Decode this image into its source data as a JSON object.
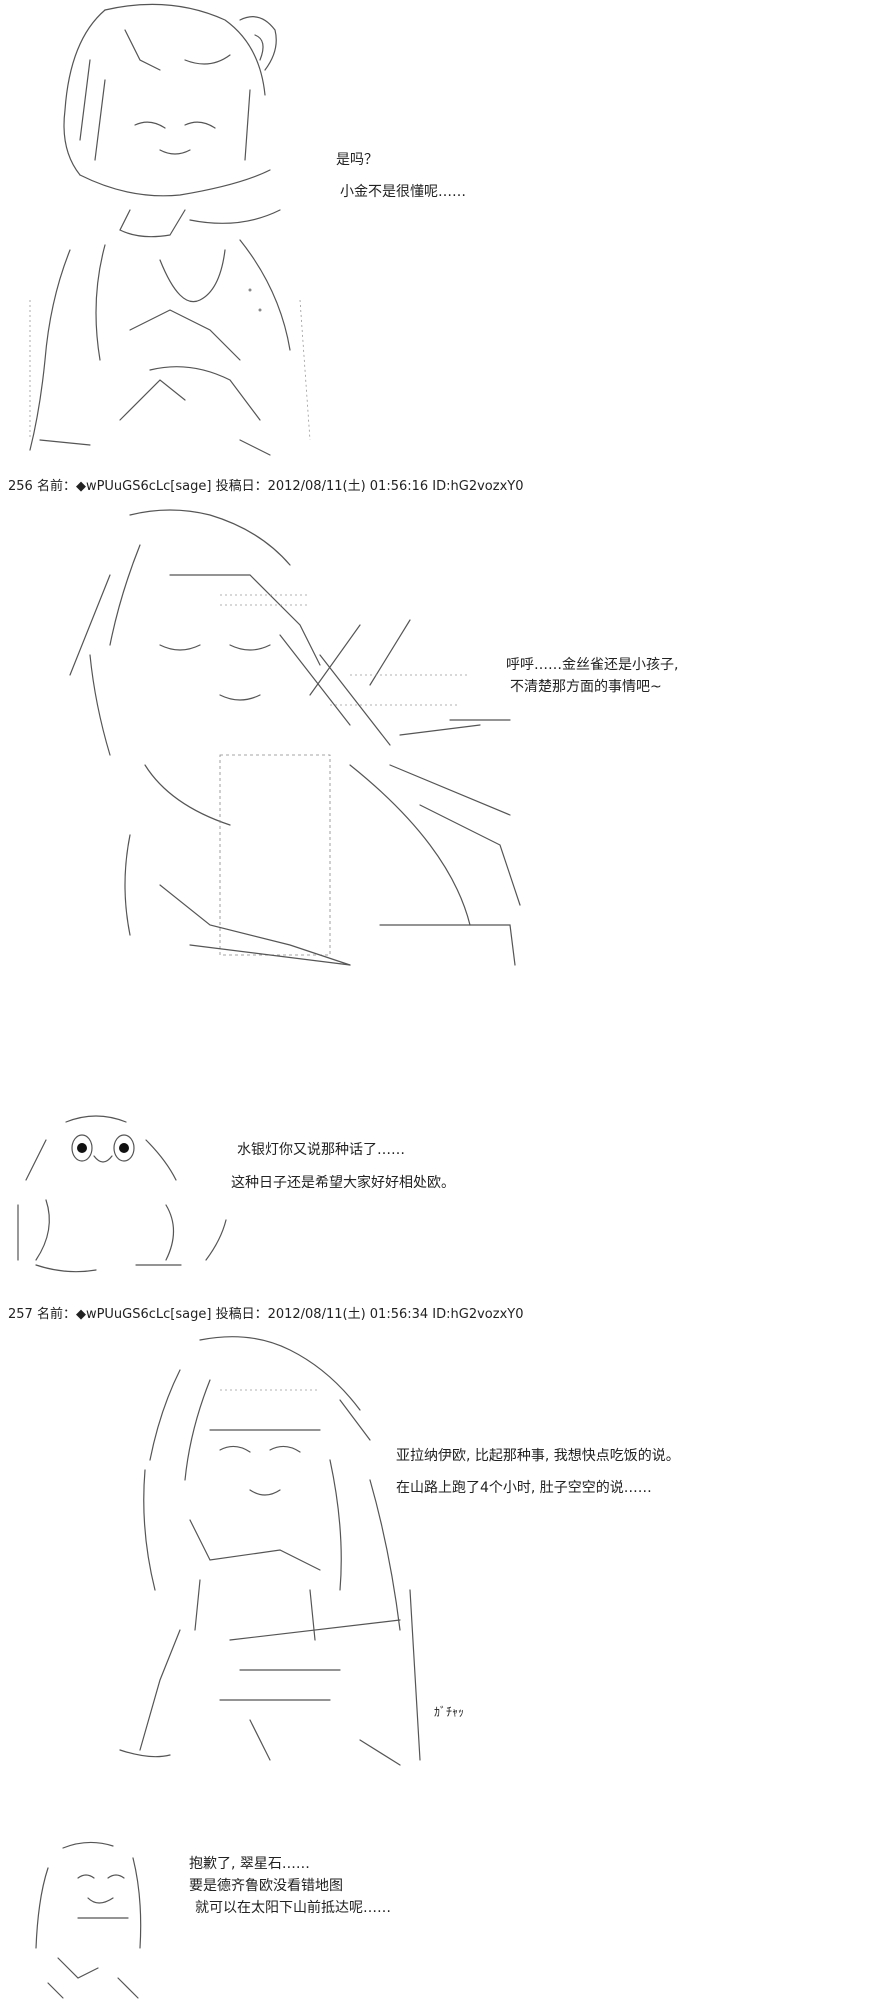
{
  "posts": [
    {
      "header": "256 名前：◆wPUuGS6cLc[sage] 投稿日：2012/08/11(土) 01:56:16 ID:hG2vozxY0"
    },
    {
      "header": "257 名前：◆wPUuGS6cLc[sage] 投稿日：2012/08/11(土) 01:56:34 ID:hG2vozxY0"
    }
  ],
  "dialogue": {
    "d1_line1": "是吗？",
    "d1_line2": "小金不是很懂呢……",
    "d2_line1": "呼呼……金丝雀还是小孩子,",
    "d2_line2": "不清楚那方面的事情吧~",
    "d3_line1": "水银灯你又说那种话了……",
    "d3_line2": "这种日子还是希望大家好好相处欧。",
    "d4_line1": "亚拉纳伊欧, 比起那种事, 我想快点吃饭的说。",
    "d4_line2": "在山路上跑了4个小时, 肚子空空的说……",
    "d4_sfx": "ｶﾞﾁｬｯ",
    "d5_line1": "抱歉了, 翠星石……",
    "d5_line2": "要是德齐鲁欧没看错地图",
    "d5_line3": "就可以在太阳下山前抵达呢……"
  }
}
